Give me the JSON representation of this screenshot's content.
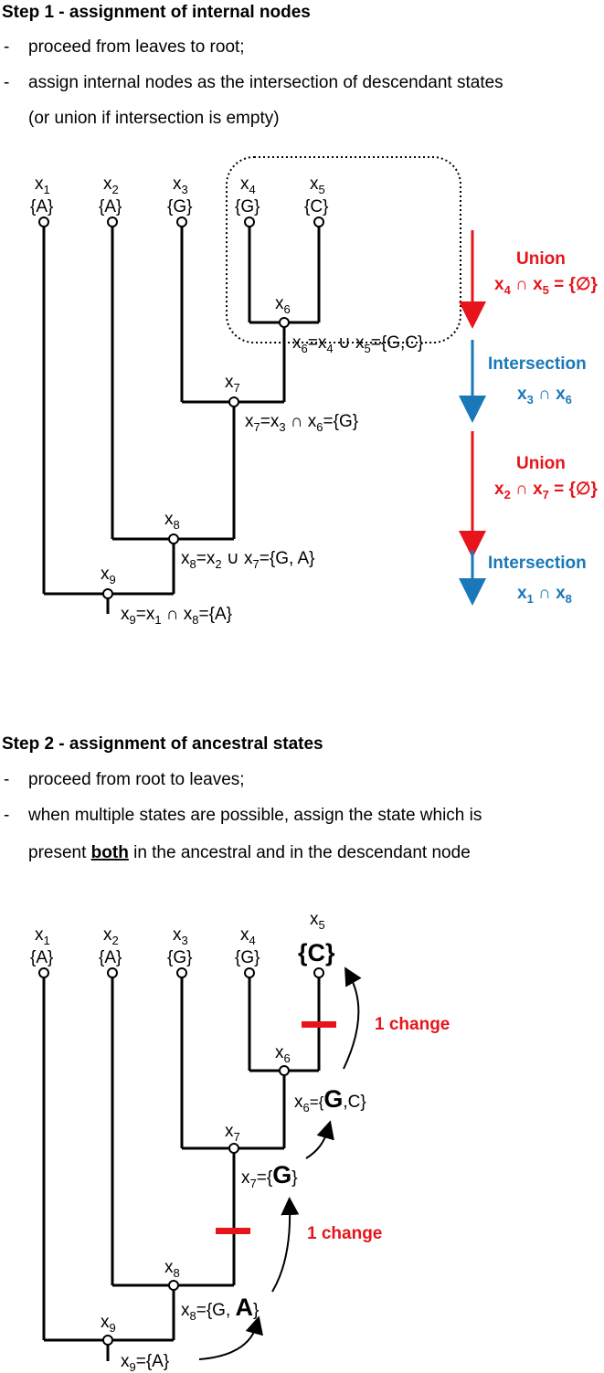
{
  "colors": {
    "red": "#e8141b",
    "blue": "#1a78b8",
    "line": "#000000"
  },
  "step1": {
    "title": "Step 1 - assignment of internal nodes",
    "bullet_dash": "-",
    "bullets": [
      "proceed from leaves to root;",
      "assign internal nodes as the intersection of descendant states"
    ],
    "bullet_cont": "(or union if intersection is empty)",
    "leaves": [
      {
        "name": "x",
        "sub": "1",
        "state": "{A}"
      },
      {
        "name": "x",
        "sub": "2",
        "state": "{A}"
      },
      {
        "name": "x",
        "sub": "3",
        "state": "{G}"
      },
      {
        "name": "x",
        "sub": "4",
        "state": "{G}"
      },
      {
        "name": "x",
        "sub": "5",
        "state": "{C}"
      }
    ],
    "internal": [
      {
        "name": "x",
        "sub": "6",
        "eq": [
          "x",
          "6",
          "=x",
          "4",
          " ∪ x",
          "5",
          "={G,C}"
        ]
      },
      {
        "name": "x",
        "sub": "7",
        "eq": [
          "x",
          "7",
          "=x",
          "3",
          " ∩ x",
          "6",
          "={G}"
        ]
      },
      {
        "name": "x",
        "sub": "8",
        "eq": [
          "x",
          "8",
          "=x",
          "2",
          " ∪ x",
          "7",
          "={G, A}"
        ]
      },
      {
        "name": "x",
        "sub": "9",
        "eq": [
          "x",
          "9",
          "=x",
          "1",
          " ∩ x",
          "8",
          "={A}"
        ]
      }
    ],
    "arrows": [
      {
        "label": "Union",
        "expr": [
          "x",
          "4",
          " ∩ x",
          "5",
          " = {∅}"
        ],
        "color": "red"
      },
      {
        "label": "Intersection",
        "expr": [
          "x",
          "3",
          " ∩ x",
          "6"
        ],
        "color": "blue"
      },
      {
        "label": "Union",
        "expr": [
          "x",
          "2",
          " ∩ x",
          "7",
          " = {∅}"
        ],
        "color": "red"
      },
      {
        "label": "Intersection",
        "expr": [
          "x",
          "1",
          " ∩ x",
          "8"
        ],
        "color": "blue"
      }
    ]
  },
  "step2": {
    "title": "Step 2 - assignment of ancestral states",
    "bullet_dash": "-",
    "bullets": [
      "proceed from root to leaves;",
      "when multiple states are possible, assign the state which is"
    ],
    "bullet_cont_pre": "present ",
    "bullet_cont_bold": "both",
    "bullet_cont_post": " in the ancestral and in the descendant node",
    "leaves": [
      {
        "name": "x",
        "sub": "1",
        "state": "{A}"
      },
      {
        "name": "x",
        "sub": "2",
        "state": "{A}"
      },
      {
        "name": "x",
        "sub": "3",
        "state": "{G}"
      },
      {
        "name": "x",
        "sub": "4",
        "state": "{G}"
      },
      {
        "name": "x",
        "sub": "5",
        "state": "{C}"
      }
    ],
    "x6": {
      "pre": "x",
      "sub": "6",
      "mid": "={",
      "big": "G",
      "post": ",C}"
    },
    "x7": {
      "pre": "x",
      "sub": "7",
      "mid": "={",
      "big": "G",
      "post": "}"
    },
    "x8": {
      "pre": "x",
      "sub": "8",
      "mid": "={G, ",
      "big": "A",
      "post": "}"
    },
    "x9": {
      "pre": "x",
      "sub": "9",
      "mid": "={A}"
    },
    "internal_labels": [
      {
        "name": "x",
        "sub": "6"
      },
      {
        "name": "x",
        "sub": "7"
      },
      {
        "name": "x",
        "sub": "8"
      },
      {
        "name": "x",
        "sub": "9"
      }
    ],
    "change_label": "1 change"
  }
}
